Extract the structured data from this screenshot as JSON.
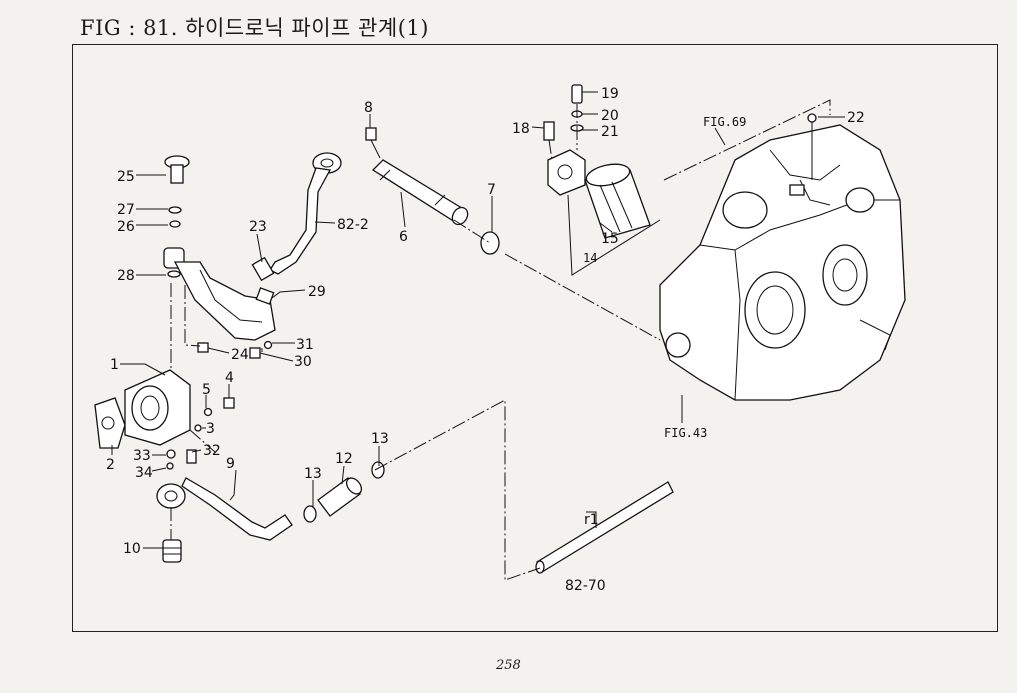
{
  "title": "FIG : 81. 하이드로닉 파이프 관계(1)",
  "page_number": "258",
  "callouts": {
    "c1": "1",
    "c2": "2",
    "c3": "3",
    "c4": "4",
    "c5": "5",
    "c6": "6",
    "c7": "7",
    "c8": "8",
    "c9": "9",
    "c10": "10",
    "c12": "12",
    "c13a": "13",
    "c13b": "13",
    "c14": "14",
    "c15": "15",
    "c18": "18",
    "c19": "19",
    "c20": "20",
    "c21": "21",
    "c22": "22",
    "c23": "23",
    "c24": "24",
    "c25": "25",
    "c26": "26",
    "c27": "27",
    "c28": "28",
    "c29": "29",
    "c30": "30",
    "c31": "31",
    "c32": "32",
    "c33": "33",
    "c34": "34",
    "c82_2": "82-2",
    "c82_70": "82-70",
    "r1": "r1"
  },
  "references": {
    "fig69": "FIG.69",
    "fig43": "FIG.43"
  }
}
